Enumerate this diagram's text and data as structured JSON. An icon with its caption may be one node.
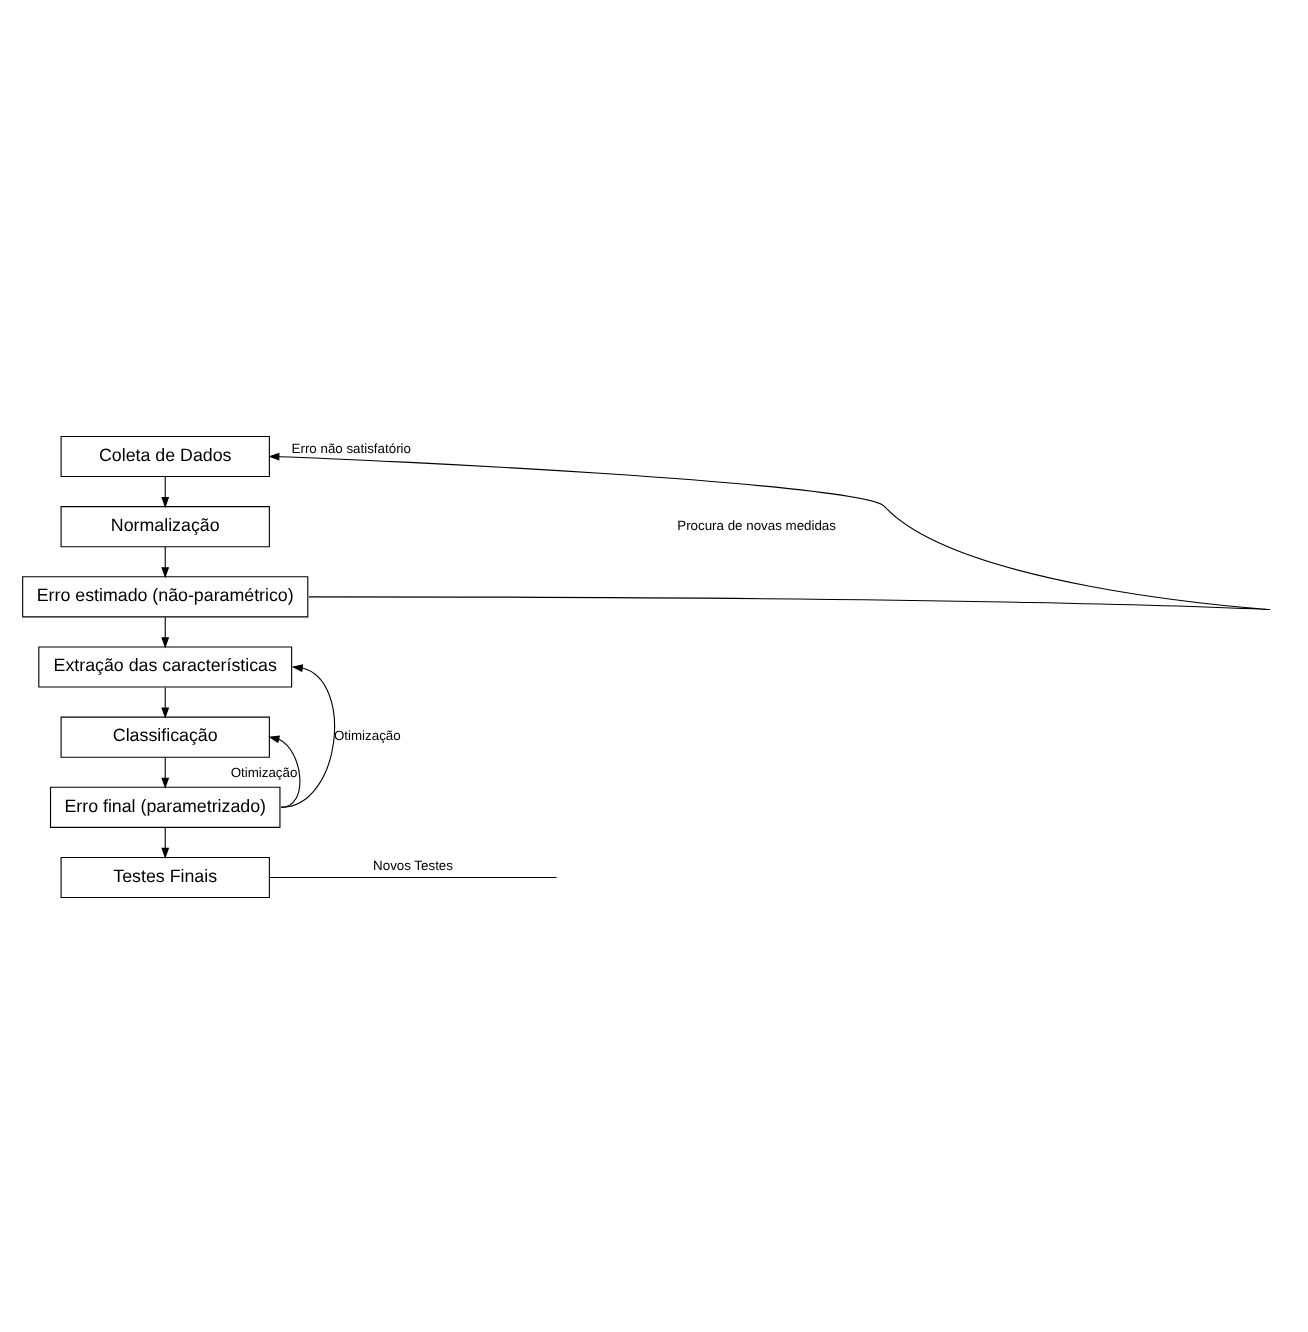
{
  "diagram": {
    "nodes": [
      {
        "text": [
          "Coleta de Dados"
        ]
      },
      {
        "text": [
          "Normalização"
        ]
      },
      {
        "text": [
          "Erro estimado (não-paramétrico)"
        ]
      },
      {
        "text": [
          "Extração das características"
        ]
      },
      {
        "text": [
          "Classificação"
        ]
      },
      {
        "text": [
          "Erro final (parametrizado)"
        ]
      },
      {
        "text": [
          "Testes Finais"
        ]
      }
    ],
    "edges": [
      {
        "from": 0,
        "to": 1,
        "arrow": "to"
      },
      {
        "from": 1,
        "to": 2,
        "arrow": "to"
      },
      {
        "from": 2,
        "to": 3,
        "arrow": "to"
      },
      {
        "from": 3,
        "to": 4,
        "arrow": "to"
      },
      {
        "from": 4,
        "to": 5,
        "arrow": "to"
      },
      {
        "from": 5,
        "to": 6,
        "arrow": "to"
      },
      {
        "from": 2,
        "to": 0,
        "arrow": "to",
        "label": "Erro não satisfatório"
      },
      {
        "from": 5,
        "to": 3,
        "arrow": "to",
        "label": "Otimização"
      },
      {
        "from": 5,
        "to": 4,
        "arrow": "to",
        "label": "Otimização"
      },
      {
        "from": 6,
        "to": null,
        "arrow": "none",
        "label": "Novos Testes"
      }
    ],
    "labels": [
      "Procura de novas medidas"
    ]
  }
}
